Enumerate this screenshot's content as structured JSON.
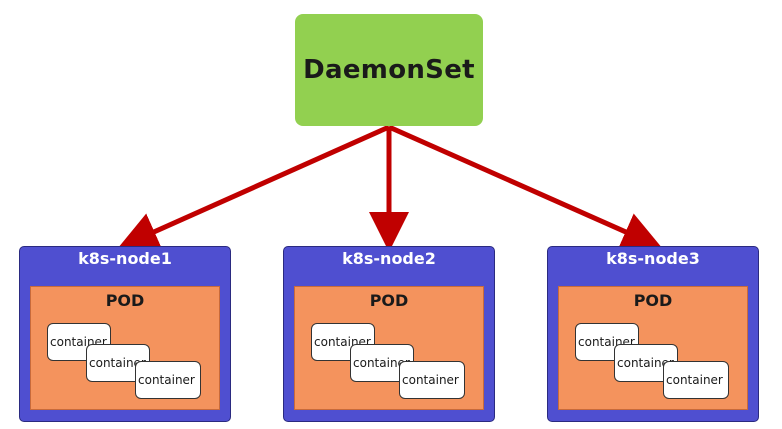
{
  "daemonset": {
    "label": "DaemonSet"
  },
  "colors": {
    "daemonset_fill": "#92d050",
    "node_fill": "#4f4fd0",
    "pod_fill": "#f4935d",
    "arrow": "#c00000"
  },
  "nodes": [
    {
      "label": "k8s-node1",
      "pod": {
        "label": "POD",
        "containers": [
          "container",
          "container",
          "container"
        ]
      }
    },
    {
      "label": "k8s-node2",
      "pod": {
        "label": "POD",
        "containers": [
          "container",
          "container",
          "container"
        ]
      }
    },
    {
      "label": "k8s-node3",
      "pod": {
        "label": "POD",
        "containers": [
          "container",
          "container",
          "container"
        ]
      }
    }
  ],
  "edges": [
    {
      "from": "DaemonSet",
      "to": "k8s-node1"
    },
    {
      "from": "DaemonSet",
      "to": "k8s-node2"
    },
    {
      "from": "DaemonSet",
      "to": "k8s-node3"
    }
  ]
}
